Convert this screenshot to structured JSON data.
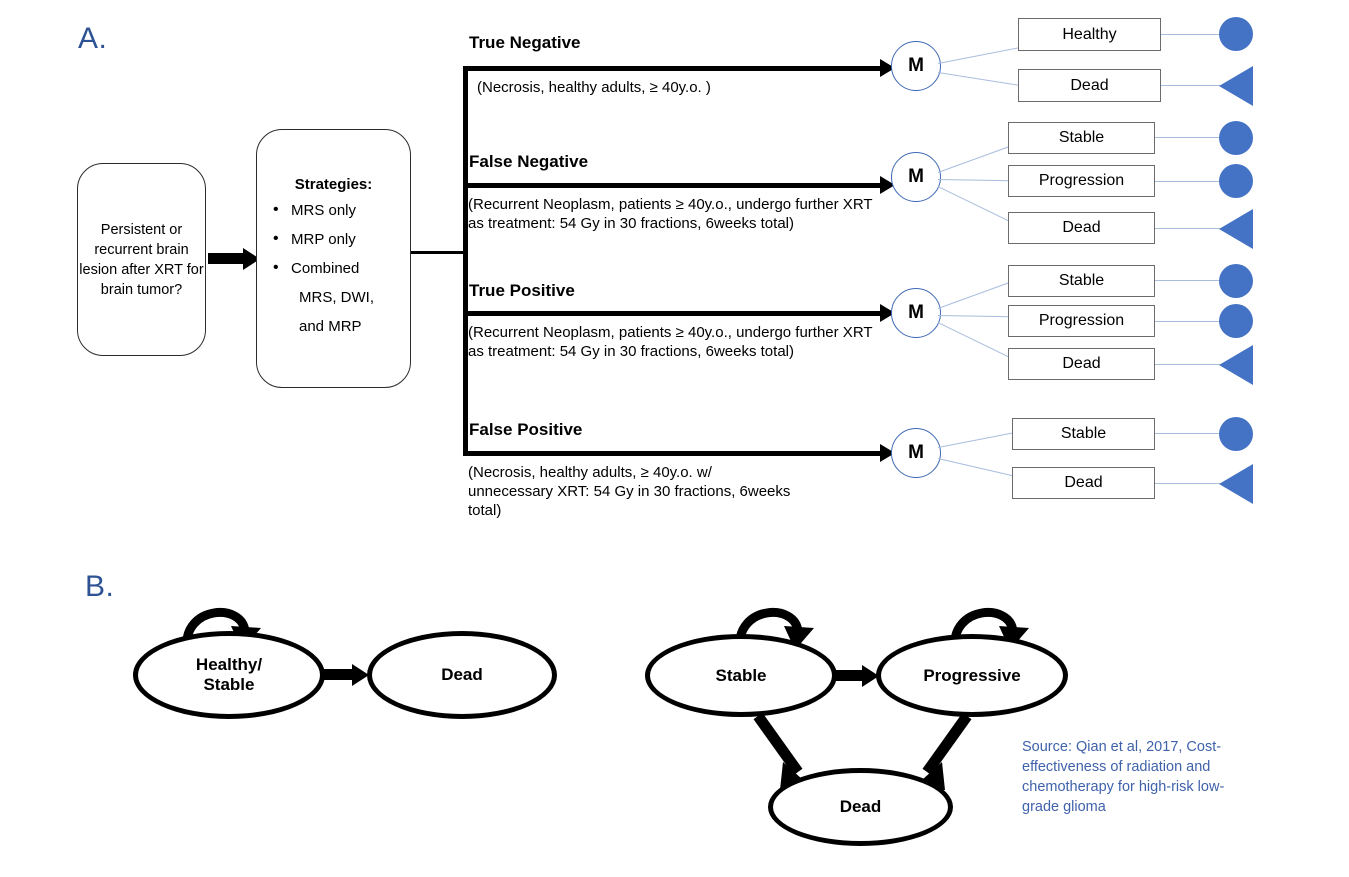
{
  "panels": {
    "a_label": "A.",
    "b_label": "B."
  },
  "panel_a": {
    "start_box": {
      "text": "Persistent or recurrent brain lesion after XRT for brain tumor?"
    },
    "strategy_box": {
      "title": "Strategies:",
      "items": [
        "MRS only",
        "MRP only",
        "Combined"
      ],
      "continuation": [
        "MRS, DWI,",
        "and MRP"
      ],
      "bullet_glyph": "•"
    },
    "branches": [
      {
        "label": "True Negative",
        "description": "(Necrosis, healthy adults, ≥ 40y.o. )",
        "node": "M",
        "outcomes": [
          {
            "label": "Healthy",
            "terminal": "circle"
          },
          {
            "label": "Dead",
            "terminal": "triangle"
          }
        ]
      },
      {
        "label": "False Negative",
        "description": "(Recurrent Neoplasm, patients ≥ 40y.o., undergo further XRT as treatment: 54 Gy in 30 fractions, 6weeks total)",
        "node": "M",
        "outcomes": [
          {
            "label": "Stable",
            "terminal": "circle"
          },
          {
            "label": "Progression",
            "terminal": "circle"
          },
          {
            "label": "Dead",
            "terminal": "triangle"
          }
        ]
      },
      {
        "label": "True Positive",
        "description": "(Recurrent Neoplasm, patients ≥ 40y.o., undergo further XRT as treatment: 54 Gy in 30 fractions, 6weeks total)",
        "node": "M",
        "outcomes": [
          {
            "label": "Stable",
            "terminal": "circle"
          },
          {
            "label": "Progression",
            "terminal": "circle"
          },
          {
            "label": "Dead",
            "terminal": "triangle"
          }
        ]
      },
      {
        "label": "False Positive",
        "description": "(Necrosis, healthy adults, ≥ 40y.o. w/ unnecessary XRT: 54 Gy in 30 fractions, 6weeks total)",
        "node": "M",
        "outcomes": [
          {
            "label": "Stable",
            "terminal": "circle"
          },
          {
            "label": "Dead",
            "terminal": "triangle"
          }
        ]
      }
    ]
  },
  "panel_b": {
    "model_left": {
      "states": [
        {
          "label": "Healthy/\nStable"
        },
        {
          "label": "Dead"
        }
      ]
    },
    "model_right": {
      "states": [
        {
          "label": "Stable"
        },
        {
          "label": "Progressive"
        },
        {
          "label": "Dead"
        }
      ]
    },
    "source_note": "Source: Qian et al, 2017, Cost-effectiveness of radiation and chemotherapy for high-risk low-grade glioma"
  },
  "colors": {
    "terminal_blue": "#4472C4",
    "panel_letter_blue": "#2E5395",
    "link_blue": "#a9bddf",
    "source_text_blue": "#3f62ab"
  }
}
